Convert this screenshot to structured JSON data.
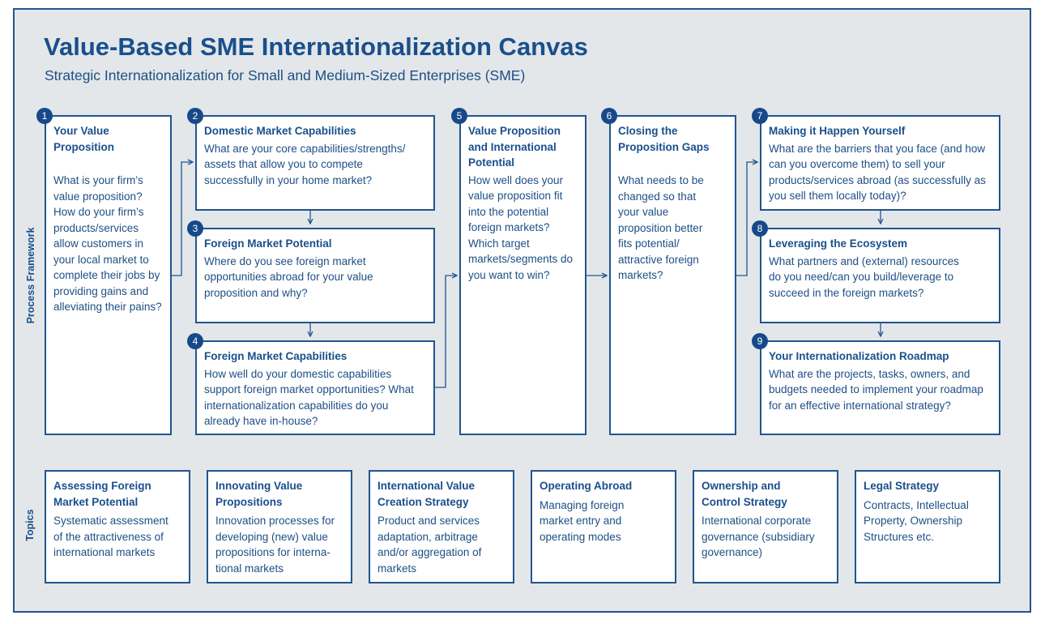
{
  "header": {
    "title": "Value-Based SME Internationalization Canvas",
    "subtitle": "Strategic Internationalization for Small and Medium-Sized Enterprises (SME)"
  },
  "side_labels": {
    "process": "Process Framework",
    "topics": "Topics"
  },
  "steps": [
    {
      "num": "1",
      "title": "Your Value Proposition",
      "text": "What is your firm’s value proposition? How do your firm’s products/services allow customers in your local market to complete their jobs by providing gains and alleviating their pains?"
    },
    {
      "num": "2",
      "title": "Domestic Market Capabilities",
      "text": "What are your core capabilities/strengths/ assets that allow you to compete successfully in your home market?"
    },
    {
      "num": "3",
      "title": "Foreign Market Potential",
      "text": "Where do you see foreign market opportunities abroad for your value proposition and why?"
    },
    {
      "num": "4",
      "title": "Foreign Market Capabilities",
      "text": "How well do your domestic capabilities support foreign market opportunities? What internationalization capabilities do you already have in-house?"
    },
    {
      "num": "5",
      "title": "Value Proposition and International Potential",
      "text": "How well does your value proposition fit into the potential foreign markets? Which target markets/segments do you want to win?"
    },
    {
      "num": "6",
      "title": "Closing the Proposition Gaps",
      "text": "What needs to be changed so that your value proposition better fits potential/ attractive foreign markets?"
    },
    {
      "num": "7",
      "title": "Making it Happen Yourself",
      "text": "What are the barriers that you face (and how can you overcome them) to sell your products/services abroad (as successfully as you sell them locally today)?"
    },
    {
      "num": "8",
      "title": "Leveraging the Ecosystem",
      "text": "What partners and (external) resources do you need/can you build/leverage to succeed in the foreign markets?"
    },
    {
      "num": "9",
      "title": "Your Internationalization Roadmap",
      "text": "What are the projects, tasks, owners, and budgets needed to implement your roadmap for an effective international strategy?"
    }
  ],
  "topics": [
    {
      "title": "Assessing Foreign Market Potential",
      "text": "Systematic assessment of the attractiveness of international markets"
    },
    {
      "title": "Innovating Value Propositions",
      "text": "Innovation processes for developing (new) value propositions for interna-tional markets"
    },
    {
      "title": "International Value Creation Strategy",
      "text": "Product and services adaptation, arbitrage and/or aggregation of markets"
    },
    {
      "title": "Operating Abroad",
      "text": "Managing foreign market entry and operating modes"
    },
    {
      "title": "Ownership and Control Strategy",
      "text": "International corporate governance (subsidiary governance)"
    },
    {
      "title": "Legal Strategy",
      "text": "Contracts, Intellectual Property, Ownership Structures etc."
    }
  ],
  "colors": {
    "accent": "#1a4f8b",
    "frame_bg": "#e3e7ea",
    "badge": "#17498a"
  }
}
